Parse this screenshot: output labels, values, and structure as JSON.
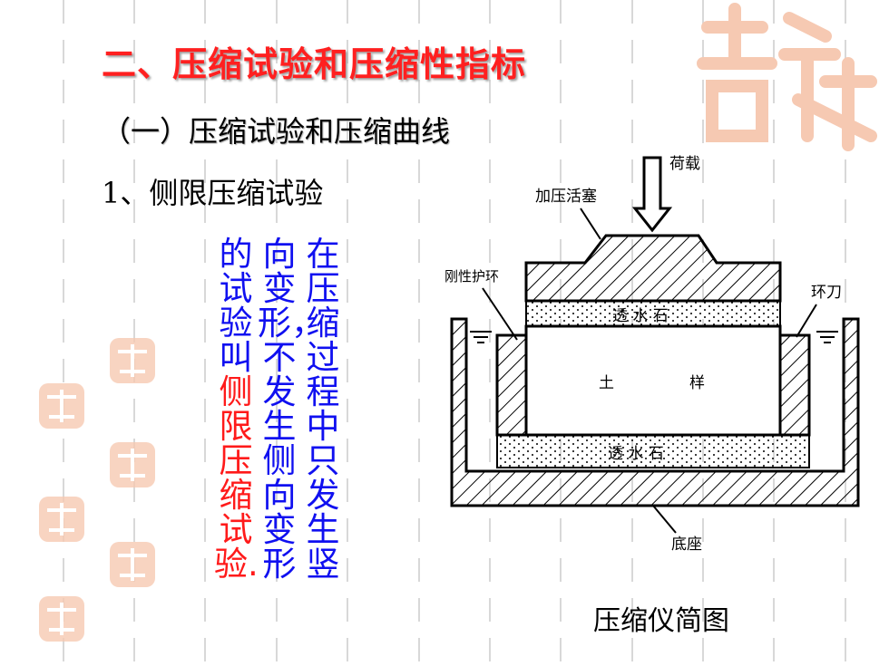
{
  "title": "二、压缩试验和压缩性指标",
  "subtitle": "（一）压缩试验和压缩曲线",
  "heading": "1、侧限压缩试验",
  "vertical_text": {
    "col1": "在压缩过程中只发生竖",
    "col2": "向变形，不发生侧向变形",
    "col3_prefix": "的试验叫",
    "col3_emphasis": "侧限压缩试验",
    "col3_end": "."
  },
  "diagram": {
    "load": "荷载",
    "piston": "加压活塞",
    "rigid_ring": "刚性护环",
    "cutting_ring": "环刀",
    "porous_stone_top": "透 水 石",
    "soil_sample_left": "土",
    "soil_sample_right": "样",
    "porous_stone_bottom": "透 水 石",
    "base": "底座"
  },
  "caption": "压缩仪简图",
  "colors": {
    "title": "#ff2020",
    "blue_text": "#1010f0",
    "red_text": "#ff1a1a",
    "decoration": "#f6c9b2"
  },
  "decoration_icon": "seal-icon"
}
